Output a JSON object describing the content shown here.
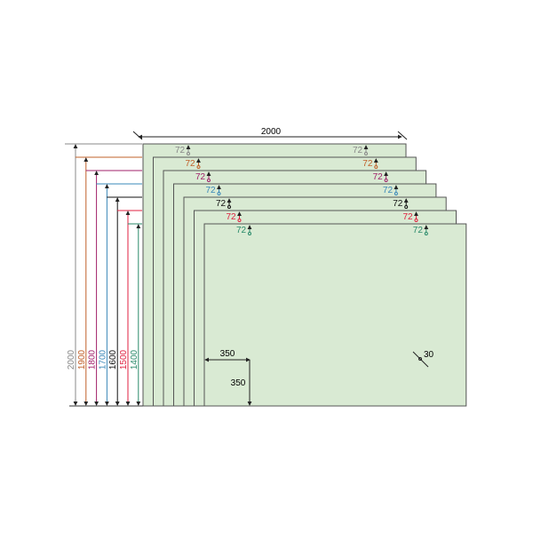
{
  "width_label": "2000",
  "panel_fill": "#d9ead3",
  "panel_stroke": "#555555",
  "panels": [
    {
      "height_label": "2000",
      "gap_label": "72",
      "color": "#888888"
    },
    {
      "height_label": "1900",
      "gap_label": "72",
      "color": "#c0602a"
    },
    {
      "height_label": "1800",
      "gap_label": "72",
      "color": "#a0206a"
    },
    {
      "height_label": "1700",
      "gap_label": "72",
      "color": "#3a88b8"
    },
    {
      "height_label": "1600",
      "gap_label": "72",
      "color": "#111111"
    },
    {
      "height_label": "1500",
      "gap_label": "72",
      "color": "#e02040"
    },
    {
      "height_label": "1400",
      "gap_label": "72",
      "color": "#2a8a6a"
    }
  ],
  "hole_offset_x_label": "350",
  "hole_offset_y_label": "350",
  "hole_diameter_label": "30"
}
